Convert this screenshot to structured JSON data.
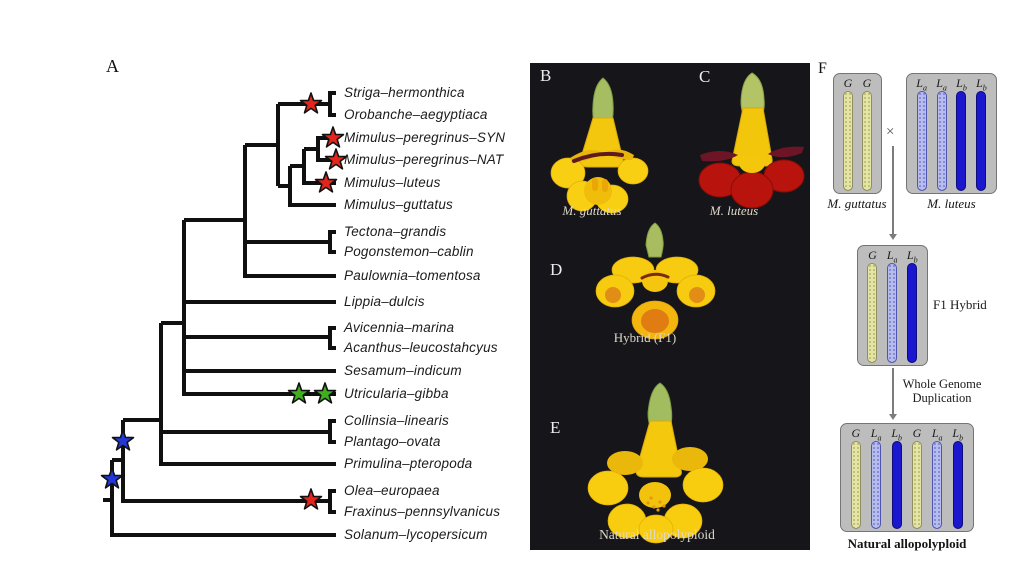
{
  "figure_panels": {
    "a": {
      "label": "A",
      "species": [
        "Striga–hermonthica",
        "Orobanche–aegyptiaca",
        "Mimulus–peregrinus–SYN",
        "Mimulus–peregrinus–NAT",
        "Mimulus–luteus",
        "Mimulus–guttatus",
        "Tectona–grandis",
        "Pogonstemon–cablin",
        "Paulownia–tomentosa",
        "Lippia–dulcis",
        "Avicennia–marina",
        "Acanthus–leucostahcyus",
        "Sesamum–indicum",
        "Utricularia–gibba",
        "Collinsia–linearis",
        "Plantago–ovata",
        "Primulina–pteropoda",
        "Olea–europaea",
        "Fraxinus–pennsylvanicus",
        "Solanum–lycopersicum"
      ],
      "star_annotations": {
        "red": [
          "Striga/Orobanche ancestor branch",
          "Mimulus–peregrinus–SYN tip",
          "Mimulus–peregrinus–NAT tip",
          "Mimulus–luteus tip",
          "Olea/Fraxinus ancestor branch"
        ],
        "green": [
          "Utricularia–gibba branch (two stars)"
        ],
        "blue": [
          "deep Lamiales node",
          "root node above Solanum"
        ]
      },
      "star_colors": {
        "red": "#e2261b",
        "green": "#3fae1f",
        "blue": "#2336d8"
      }
    },
    "b": {
      "label": "B",
      "caption": "M. guttatus"
    },
    "c": {
      "label": "C",
      "caption": "M. luteus"
    },
    "d": {
      "label": "D",
      "caption": "Hybrid (F1)"
    },
    "e": {
      "label": "E",
      "caption": "Natural allopolyploid"
    },
    "f": {
      "label": "F",
      "cross": "×",
      "parent1": {
        "caption": "M. guttatus",
        "chromosomes": [
          {
            "base": "G",
            "sub": ""
          },
          {
            "base": "G",
            "sub": ""
          }
        ]
      },
      "parent2": {
        "caption": "M. luteus",
        "chromosomes": [
          {
            "base": "L",
            "sub": "a"
          },
          {
            "base": "L",
            "sub": "a"
          },
          {
            "base": "L",
            "sub": "b"
          },
          {
            "base": "L",
            "sub": "b"
          }
        ]
      },
      "f1": {
        "caption": "F1 Hybrid",
        "chromosomes": [
          {
            "base": "G",
            "sub": ""
          },
          {
            "base": "L",
            "sub": "a"
          },
          {
            "base": "L",
            "sub": "b"
          }
        ]
      },
      "wgd": {
        "line1": "Whole Genome",
        "line2": "Duplication"
      },
      "allo": {
        "caption": "Natural allopolyploid",
        "chromosomes": [
          {
            "base": "G",
            "sub": ""
          },
          {
            "base": "L",
            "sub": "a"
          },
          {
            "base": "L",
            "sub": "b"
          },
          {
            "base": "G",
            "sub": ""
          },
          {
            "base": "L",
            "sub": "a"
          },
          {
            "base": "L",
            "sub": "b"
          }
        ]
      }
    },
    "colors": {
      "tree_line": "#101010",
      "photo_background": "#16161a",
      "chromosome_g": "#e4e4a6",
      "chromosome_la": "#b8bcea",
      "chromosome_lb": "#1a17cf",
      "box_fill": "#bdbdbd",
      "flower_yellow": "#f5c90d",
      "flower_red": "#b8130c",
      "calyx_green": "#a6bd62"
    }
  }
}
